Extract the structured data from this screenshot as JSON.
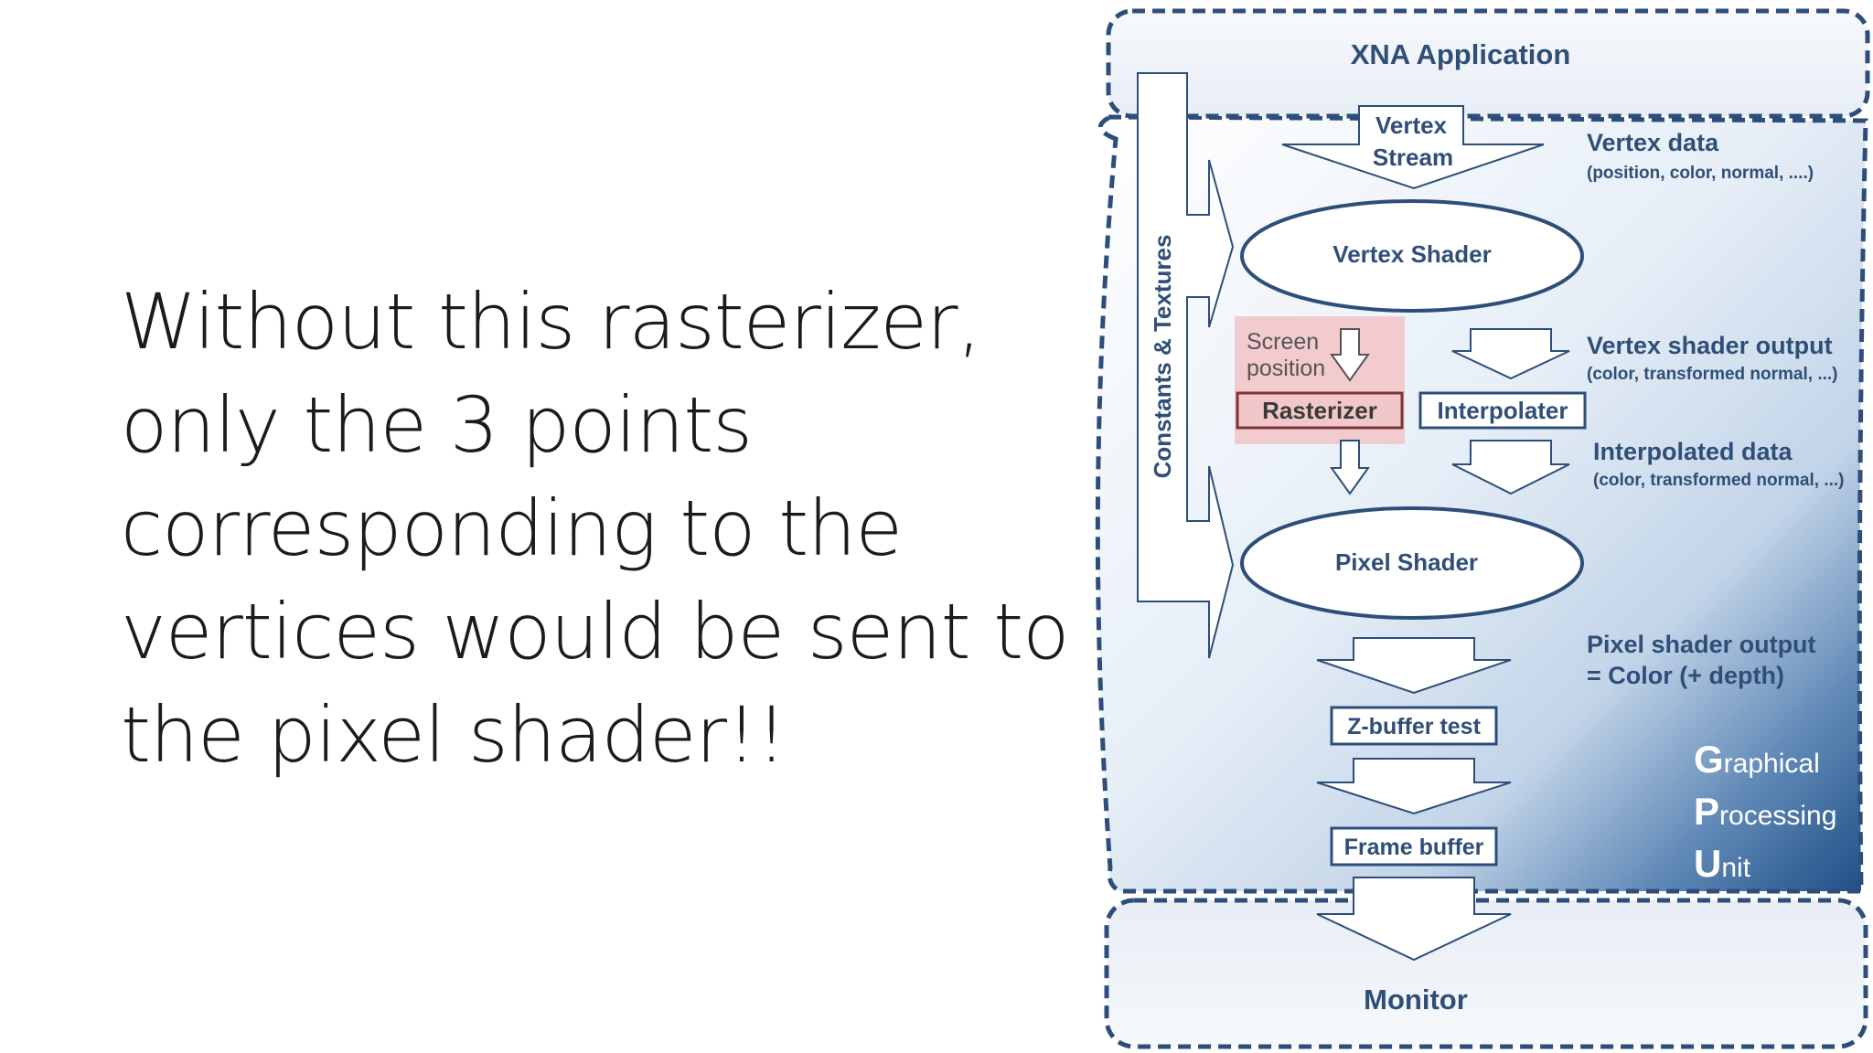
{
  "slide": {
    "lines": [
      "Without this rasterizer,",
      "only the 3 points",
      "corresponding to the",
      "vertices would be sent to",
      "the pixel shader!!"
    ]
  },
  "diagram": {
    "xna_application": "XNA Application",
    "constants_textures": "Constants & Textures",
    "vertex_stream_line1": "Vertex",
    "vertex_stream_line2": "Stream",
    "vertex_data": "Vertex data",
    "vertex_data_detail": "(position, color, normal, ....)",
    "vertex_shader": "Vertex Shader",
    "screen_position_line1": "Screen",
    "screen_position_line2": "position",
    "rasterizer": "Rasterizer",
    "interpolater": "Interpolater",
    "vertex_shader_output": "Vertex shader output",
    "vertex_shader_output_detail": "(color, transformed normal, ...)",
    "interpolated_data": "Interpolated data",
    "interpolated_data_detail": "(color, transformed normal, ...)",
    "pixel_shader": "Pixel Shader",
    "pixel_shader_output_line1": "Pixel shader output",
    "pixel_shader_output_line2": "= Color (+ depth)",
    "zbuffer_test": "Z-buffer test",
    "frame_buffer": "Frame buffer",
    "monitor": "Monitor",
    "gpu_g": "G",
    "gpu_raphical": "raphical",
    "gpu_p": "P",
    "gpu_rocessing": "rocessing",
    "gpu_u": "U",
    "gpu_nit": "nit",
    "colors": {
      "frame": "#2d4e7a",
      "text": "#2f4f78",
      "highlight": "#f2c7c9",
      "gpu_dark": "#1f4f86"
    }
  }
}
